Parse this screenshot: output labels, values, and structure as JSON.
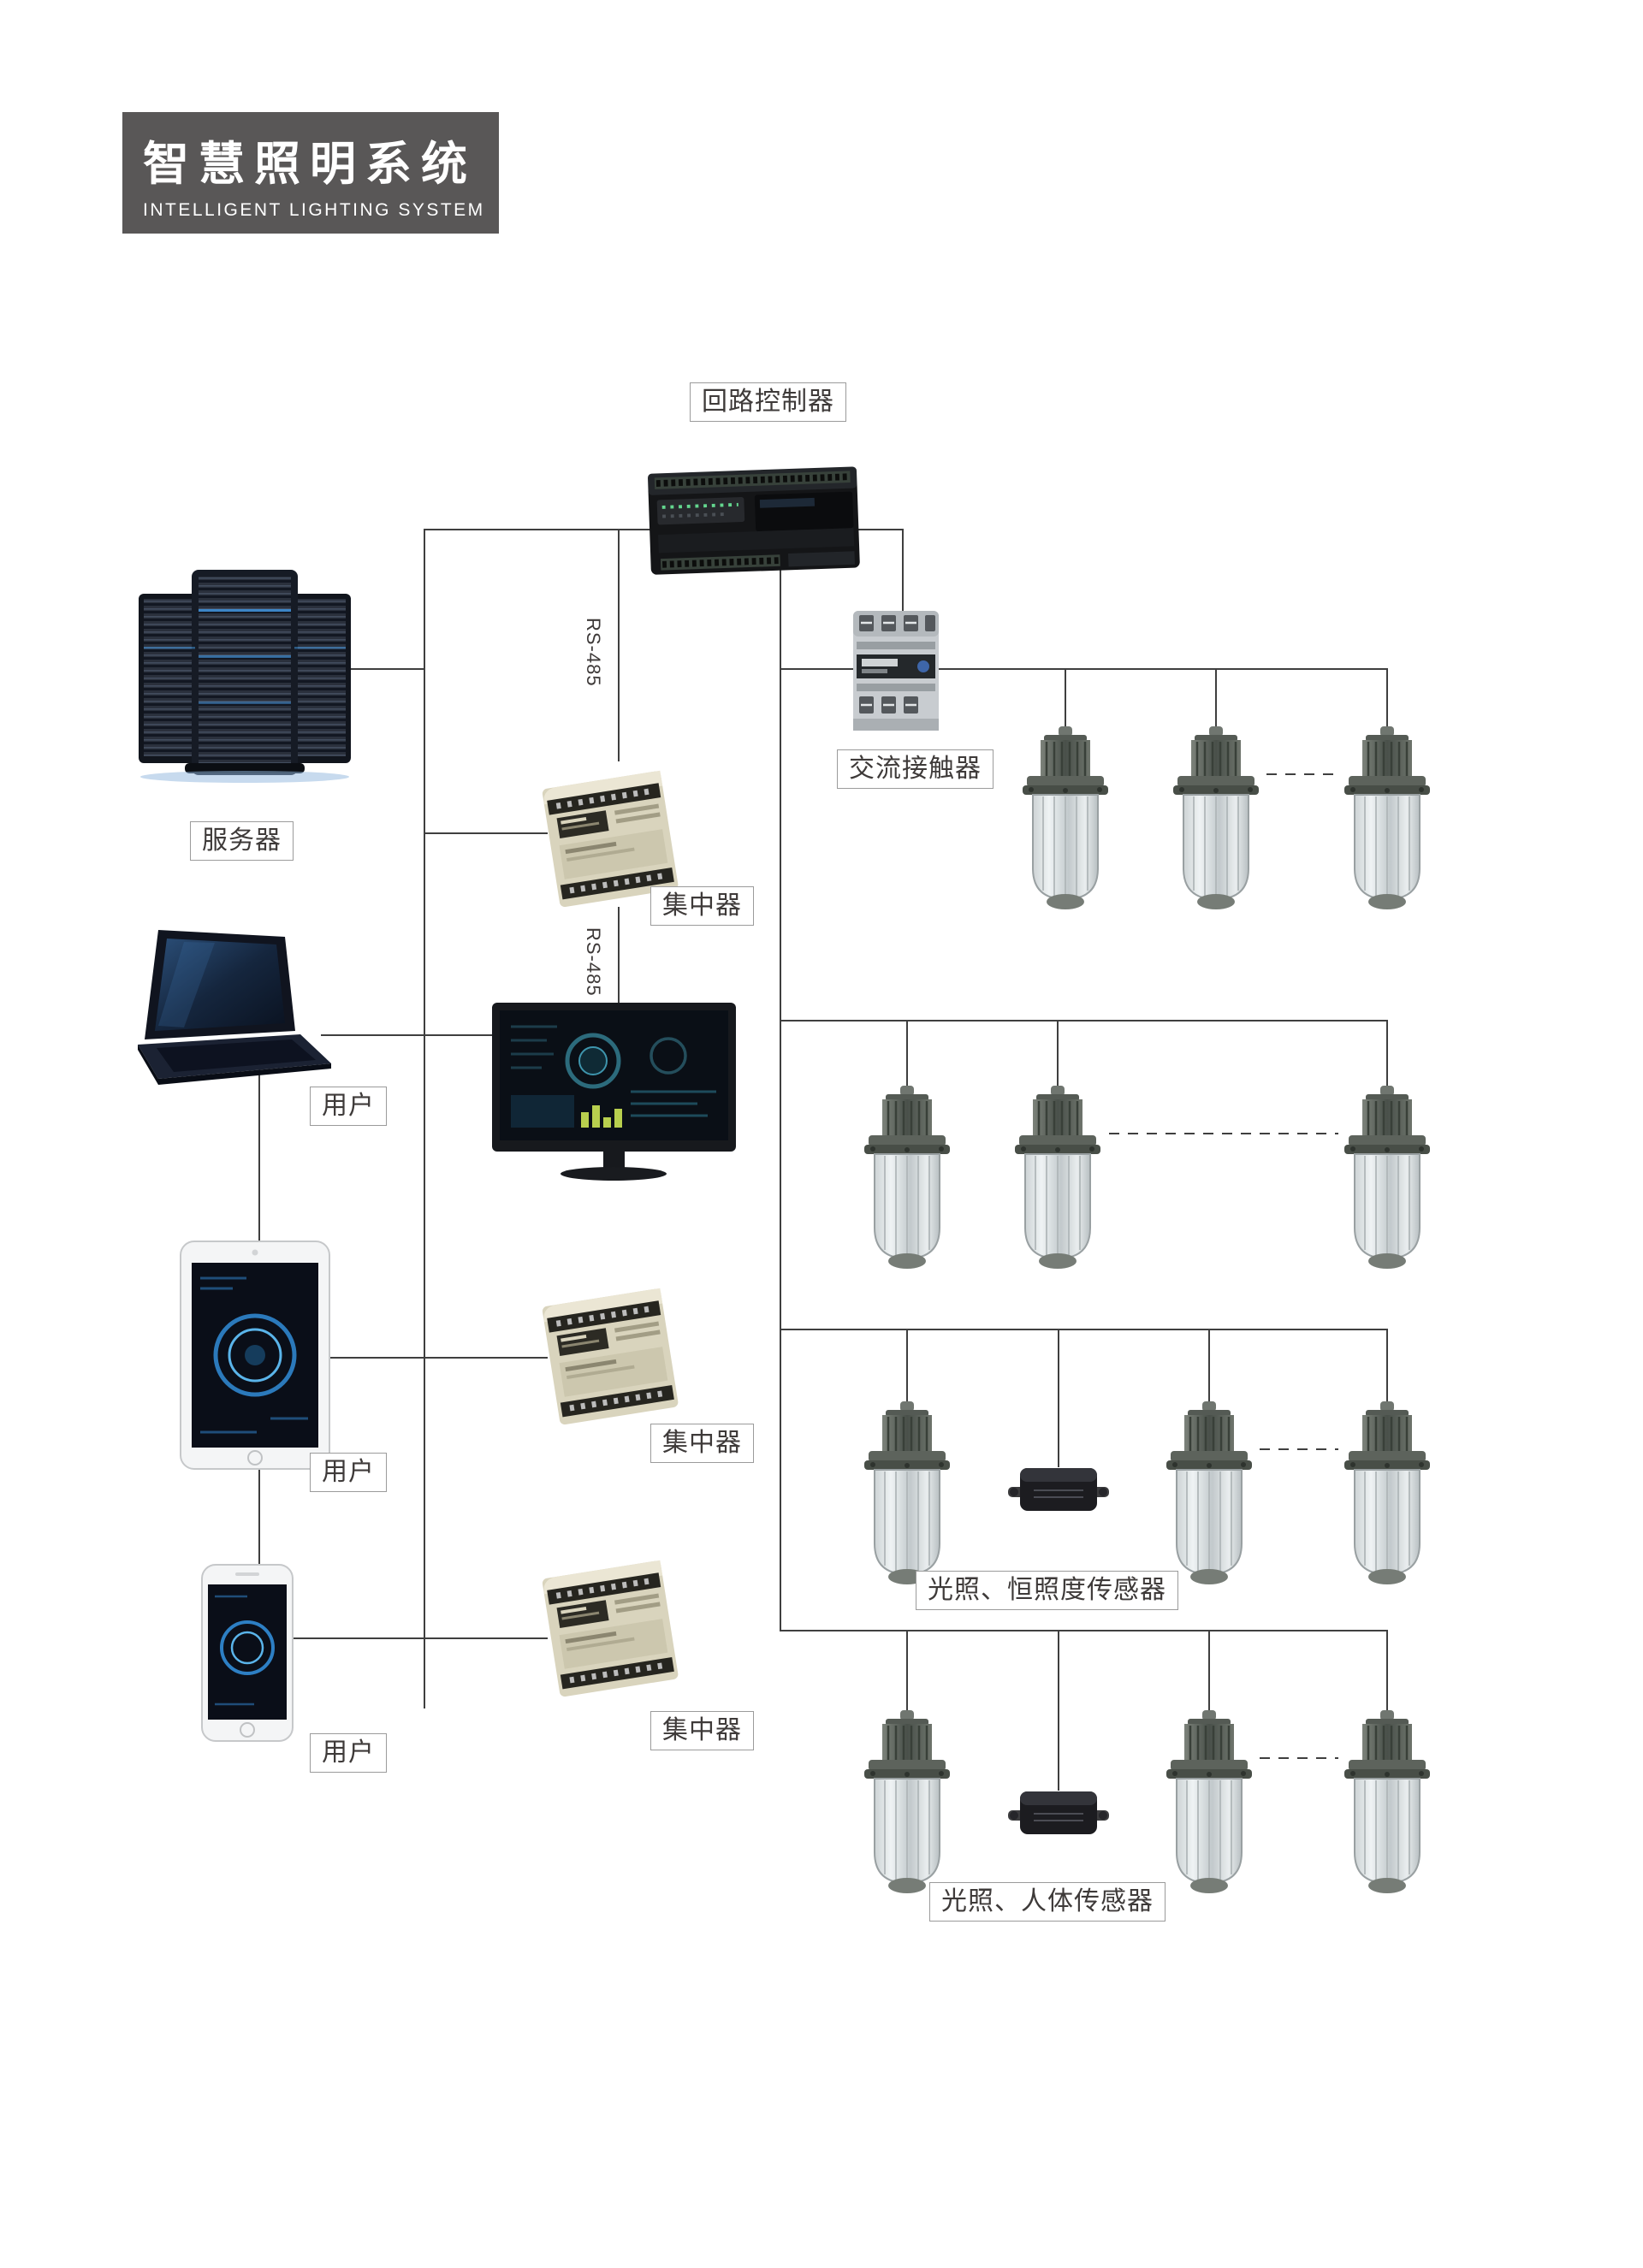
{
  "header": {
    "title": "智慧照明系统",
    "subtitle": "INTELLIGENT LIGHTING SYSTEM"
  },
  "labels": {
    "loop_controller": "回路控制器",
    "ac_contactor": "交流接触器",
    "server": "服务器",
    "users": [
      "用户",
      "用户",
      "用户"
    ],
    "concentrators": [
      "集中器",
      "集中器",
      "集中器"
    ],
    "rs485": [
      "RS-485",
      "RS-485"
    ],
    "illuminance_sensor": "光照、恒照度传感器",
    "occupancy_sensor": "光照、人体传感器"
  },
  "counts": {
    "concentrators": 3,
    "lamps": 12,
    "sensors": 2,
    "user_devices": 3
  },
  "colors": {
    "header_bg": "#595757",
    "wire": "#3f3f3f",
    "label_border": "#9b9b9b",
    "label_text": "#3e3a39",
    "device_beige": "#d9d4bd",
    "screen_blue": "#2d7fc4"
  }
}
